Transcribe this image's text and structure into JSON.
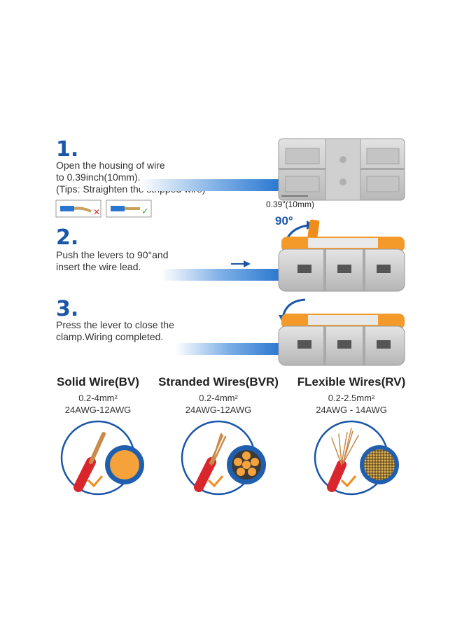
{
  "steps": [
    {
      "number": "1.",
      "text": "Open the housing of wire\nto 0.39inch(10mm).\n(Tips: Straighten the stripped wire)"
    },
    {
      "number": "2.",
      "text": "Push the levers to 90°and\ninsert the wire lead."
    },
    {
      "number": "3.",
      "text": "Press the lever to close the\nclamp.Wiring completed."
    }
  ],
  "measurement_label": "0.39\"(10mm)",
  "angle_label": "90°",
  "wire_types": [
    {
      "title": "Solid Wire(BV)",
      "range": "0.2-4mm²",
      "awg": "24AWG-12AWG",
      "icon": "solid-core-icon"
    },
    {
      "title": "Stranded Wires(BVR)",
      "range": "0.2-4mm²",
      "awg": "24AWG-12AWG",
      "icon": "stranded-core-icon"
    },
    {
      "title": "FLexible Wires(RV)",
      "range": "0.2-2.5mm²",
      "awg": "24AWG - 14AWG",
      "icon": "flexible-core-icon"
    }
  ],
  "colors": {
    "blue": "#1a56a8",
    "wire_blue": "#2a77d0",
    "orange": "#f08c1a",
    "gray": "#c9c9c9",
    "red": "#d8262c",
    "green": "#3aa845"
  }
}
